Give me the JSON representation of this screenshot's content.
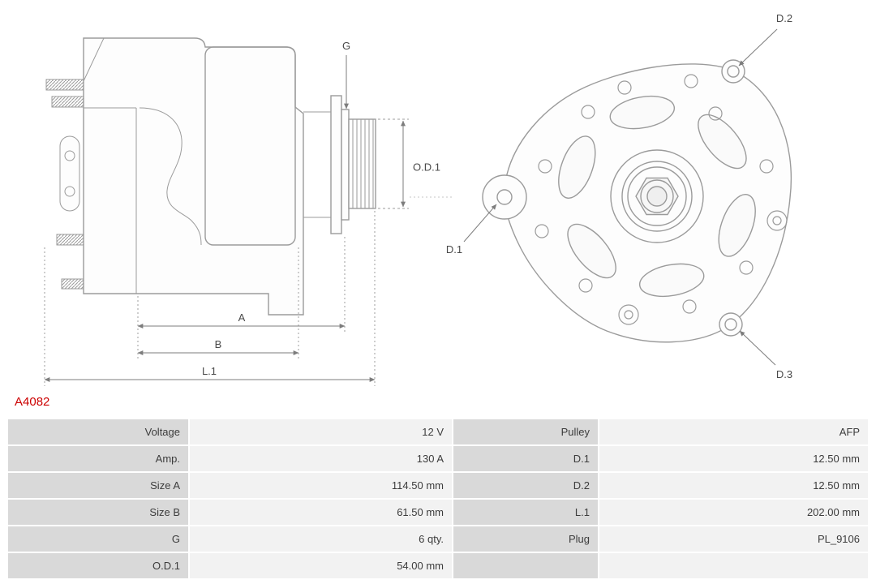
{
  "part": {
    "number": "A4082"
  },
  "colors": {
    "part_number_red": "#cc0000",
    "table_label_bg": "#d9d9d9",
    "table_value_bg": "#f2f2f2",
    "drawing_stroke": "#9b9b9b",
    "dimension_stroke": "#7d7d7d"
  },
  "diagram": {
    "labels": {
      "g": "G",
      "od1": "O.D.1",
      "a": "A",
      "b": "B",
      "l1": "L.1",
      "d1": "D.1",
      "d2": "D.2",
      "d3": "D.3"
    }
  },
  "table": {
    "rows": [
      {
        "label_left": "Voltage",
        "value_left": "12 V",
        "label_right": "Pulley",
        "value_right": "AFP"
      },
      {
        "label_left": "Amp.",
        "value_left": "130 A",
        "label_right": "D.1",
        "value_right": "12.50 mm"
      },
      {
        "label_left": "Size A",
        "value_left": "114.50 mm",
        "label_right": "D.2",
        "value_right": "12.50 mm"
      },
      {
        "label_left": "Size B",
        "value_left": "61.50 mm",
        "label_right": "L.1",
        "value_right": "202.00 mm"
      },
      {
        "label_left": "G",
        "value_left": "6 qty.",
        "label_right": "Plug",
        "value_right": "PL_9106"
      },
      {
        "label_left": "O.D.1",
        "value_left": "54.00 mm",
        "label_right": "",
        "value_right": ""
      }
    ]
  }
}
